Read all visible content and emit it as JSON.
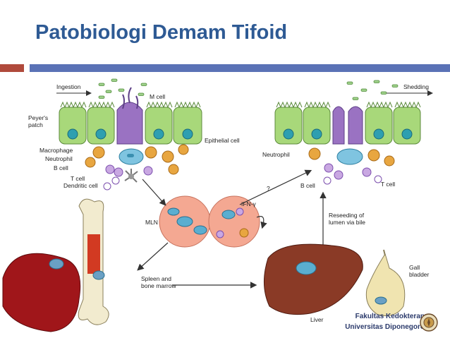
{
  "slide": {
    "title": "Patobiologi Demam Tifoid",
    "accent_colors": {
      "title": "#2e5a94",
      "bar_left": "#b04a3c",
      "bar_right": "#5a72b6"
    }
  },
  "figure": {
    "labels": {
      "ingestion": "Ingestion",
      "m_cell": "M cell",
      "peyers_patch_1": "Peyer's",
      "peyers_patch_2": "patch",
      "epithelial_cell": "Epithelial cell",
      "macrophage": "Macrophage",
      "neutrophil_left": "Neutrophil",
      "b_cell_left": "B cell",
      "t_cell_left": "T cell",
      "dendritic_cell": "Dendritic cell",
      "mln": "MLN",
      "ifn": "IFN-γ",
      "question": "?",
      "shedding": "Shedding",
      "neutrophil_right": "Neutrophil",
      "b_cell_right": "B cell",
      "t_cell_right": "T cell",
      "reseeding_1": "Reseeding of",
      "reseeding_2": "lumen via bile",
      "spleen_1": "Spleen and",
      "spleen_2": "bone marrow",
      "liver": "Liver",
      "gall_1": "Gall",
      "gall_2": "bladder"
    }
  },
  "footer": {
    "line1": "Fakultas Kedokteran",
    "line2": "Universitas Diponegoro",
    "logo_icon": "university-seal-icon"
  }
}
